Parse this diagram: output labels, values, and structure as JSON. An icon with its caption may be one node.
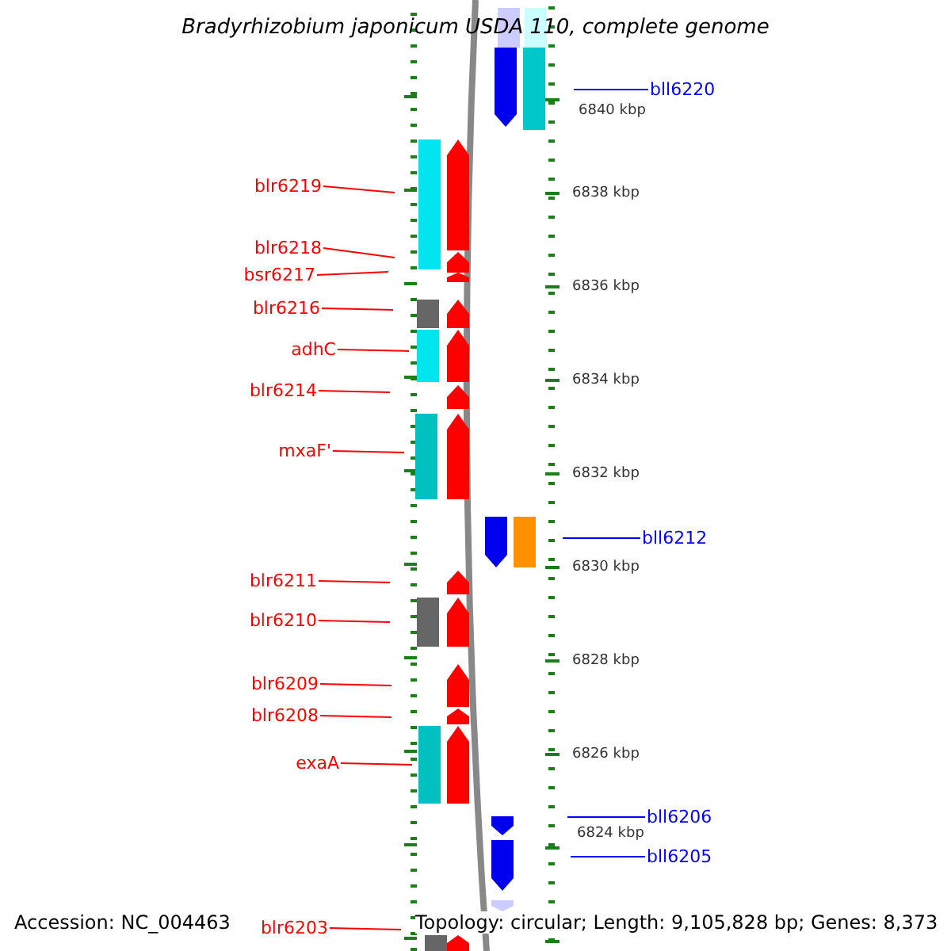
{
  "diagram": {
    "title": "Bradyrhizobium japonicum USDA 110, complete genome",
    "nodes": [
      {
        "text": [
          "bll6220"
        ]
      },
      {
        "text": [
          "blr6219"
        ]
      },
      {
        "text": [
          "blr6218"
        ]
      },
      {
        "text": [
          "bsr6217"
        ]
      },
      {
        "text": [
          "blr6216"
        ]
      },
      {
        "text": [
          "adhC"
        ]
      },
      {
        "text": [
          "blr6214"
        ]
      },
      {
        "text": [
          "mxaF'"
        ]
      },
      {
        "text": [
          "bll6212"
        ]
      },
      {
        "text": [
          "blr6211"
        ]
      },
      {
        "text": [
          "blr6210"
        ]
      },
      {
        "text": [
          "blr6209"
        ]
      },
      {
        "text": [
          "blr6208"
        ]
      },
      {
        "text": [
          "exaA"
        ]
      },
      {
        "text": [
          "bll6206"
        ]
      },
      {
        "text": [
          "bll6205"
        ]
      },
      {
        "text": [
          "blr6203"
        ]
      }
    ],
    "edges": [
      {
        "from": 0,
        "to": null,
        "arrow": "none",
        "color": "#0000ff"
      },
      {
        "from": 1,
        "to": null,
        "arrow": "none"
      },
      {
        "from": 2,
        "to": null,
        "arrow": "none"
      },
      {
        "from": 3,
        "to": null,
        "arrow": "none"
      },
      {
        "from": 4,
        "to": null,
        "arrow": "none"
      },
      {
        "from": 5,
        "to": null,
        "arrow": "none"
      },
      {
        "from": 6,
        "to": null,
        "arrow": "none"
      },
      {
        "from": 7,
        "to": null,
        "arrow": "none"
      },
      {
        "from": 8,
        "to": null,
        "arrow": "none",
        "color": "#0000ff"
      },
      {
        "from": 9,
        "to": null,
        "arrow": "none"
      },
      {
        "from": 10,
        "to": null,
        "arrow": "none"
      },
      {
        "from": 11,
        "to": null,
        "arrow": "none"
      },
      {
        "from": 12,
        "to": null,
        "arrow": "none"
      },
      {
        "from": 13,
        "to": null,
        "arrow": "none"
      },
      {
        "from": 14,
        "to": null,
        "arrow": "none",
        "color": "#0000ff"
      },
      {
        "from": 15,
        "to": null,
        "arrow": "none",
        "color": "#0000ff"
      },
      {
        "from": 16,
        "to": null,
        "arrow": "none"
      }
    ],
    "labels": [
      "6840 kbp",
      "6838 kbp",
      "6836 kbp",
      "6834 kbp",
      "6832 kbp",
      "6830 kbp",
      "6828 kbp",
      "6826 kbp",
      "6824 kbp",
      "Accession: NC_004463",
      "Topology: circular; Length: 9,105,828 bp; Genes: 8,373"
    ]
  }
}
